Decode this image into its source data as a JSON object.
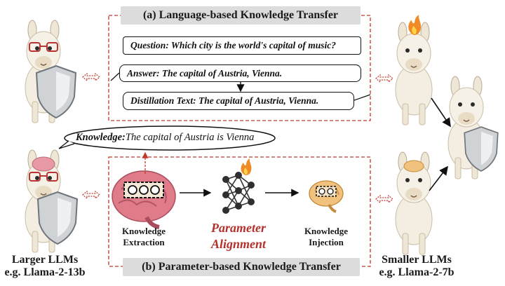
{
  "section_a": {
    "title": "(a) Language-based Knowledge Transfer",
    "question": "Question: Which city is the world's capital of music?",
    "answer": "Answer: The capital of Austria, Vienna.",
    "distillation": "Distillation Text: The capital of Austria, Vienna."
  },
  "section_b": {
    "title": "(b) Parameter-based Knowledge Transfer",
    "knowledge_label": "Knowledge:",
    "knowledge_text": "The capital of Austria is Vienna",
    "extraction": [
      "Knowledge",
      "Extraction"
    ],
    "alignment": [
      "Parameter",
      "Alignment"
    ],
    "injection": [
      "Knowledge",
      "Injection"
    ]
  },
  "larger": {
    "line1": "Larger LLMs",
    "line2": "e.g. Llama-2-13b"
  },
  "smaller": {
    "line1": "Smaller LLMs",
    "line2": "e.g. Llama-2-7b"
  },
  "colors": {
    "dashed_border": "#c0392b",
    "banner_bg": "#dcdcdc",
    "alignment_text": "#b3302b",
    "brain": "#e07b8a",
    "flame": "#f08a24"
  },
  "icons": [
    "llama-icon",
    "shield-icon",
    "brain-icon",
    "flame-icon",
    "neural-network-icon",
    "double-arrow-icon"
  ]
}
